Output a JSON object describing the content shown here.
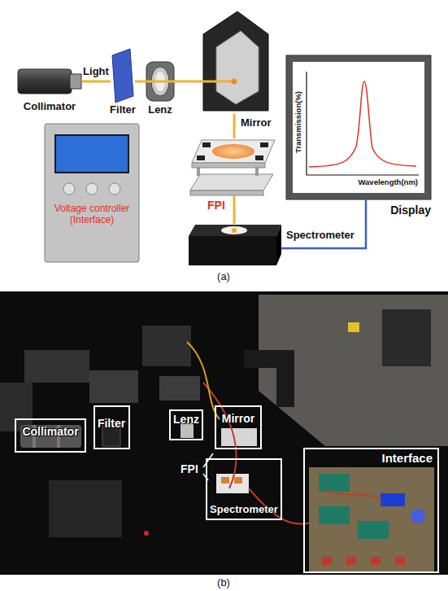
{
  "diagram": {
    "nodes": [
      {
        "text": [
          "Collimator"
        ]
      },
      {
        "text": [
          "Filter"
        ]
      },
      {
        "text": [
          "Lenz"
        ]
      },
      {
        "text": [
          "Mirror"
        ]
      },
      {
        "text": [
          "Voltage controller (Interface)"
        ]
      },
      {
        "text": [
          "FPI"
        ]
      },
      {
        "text": [
          "Spectrometer"
        ]
      },
      {
        "text": [
          "Display",
          "Transmission(%)",
          "Wavelength(nm)"
        ]
      },
      {
        "text": [
          "Collimator"
        ]
      },
      {
        "text": [
          "Filter"
        ]
      },
      {
        "text": [
          "Lenz"
        ]
      },
      {
        "text": [
          "Mirror"
        ]
      },
      {
        "text": [
          "Spectrometer"
        ]
      },
      {
        "text": [
          "Interface"
        ]
      }
    ],
    "edges": [
      {
        "from": 0,
        "to": 1,
        "arrow": "none",
        "label": "Light"
      },
      {
        "from": 1,
        "to": 2,
        "arrow": "none"
      },
      {
        "from": 2,
        "to": 3,
        "arrow": "none"
      },
      {
        "from": 3,
        "to": 5,
        "arrow": "none"
      },
      {
        "from": 5,
        "to": 6,
        "arrow": "none"
      },
      {
        "from": 6,
        "to": 7,
        "arrow": "none"
      }
    ],
    "labels": [
      "(a)",
      "FPI",
      "(b)"
    ]
  }
}
